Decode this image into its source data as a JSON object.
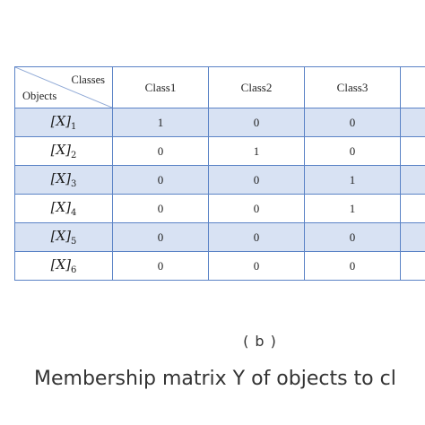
{
  "table": {
    "header_top": "Classes",
    "header_bottom": "Objects",
    "columns": [
      "Class1",
      "Class2",
      "Class3",
      ""
    ],
    "rows": [
      {
        "label": "[X]",
        "sub": "1",
        "values": [
          "1",
          "0",
          "0",
          ""
        ]
      },
      {
        "label": "[X]",
        "sub": "2",
        "values": [
          "0",
          "1",
          "0",
          ""
        ]
      },
      {
        "label": "[X]",
        "sub": "3",
        "values": [
          "0",
          "0",
          "1",
          ""
        ]
      },
      {
        "label": "[X]",
        "sub": "4",
        "values": [
          "0",
          "0",
          "1",
          ""
        ]
      },
      {
        "label": "[X]",
        "sub": "5",
        "values": [
          "0",
          "0",
          "0",
          ""
        ]
      },
      {
        "label": "[X]",
        "sub": "6",
        "values": [
          "0",
          "0",
          "0",
          ""
        ]
      }
    ]
  },
  "caption": {
    "sublabel": "( b )",
    "text": "Membership matrix Y of objects to cl"
  },
  "colors": {
    "border": "#5b83c6",
    "shaded_row": "#d8e2f3"
  }
}
